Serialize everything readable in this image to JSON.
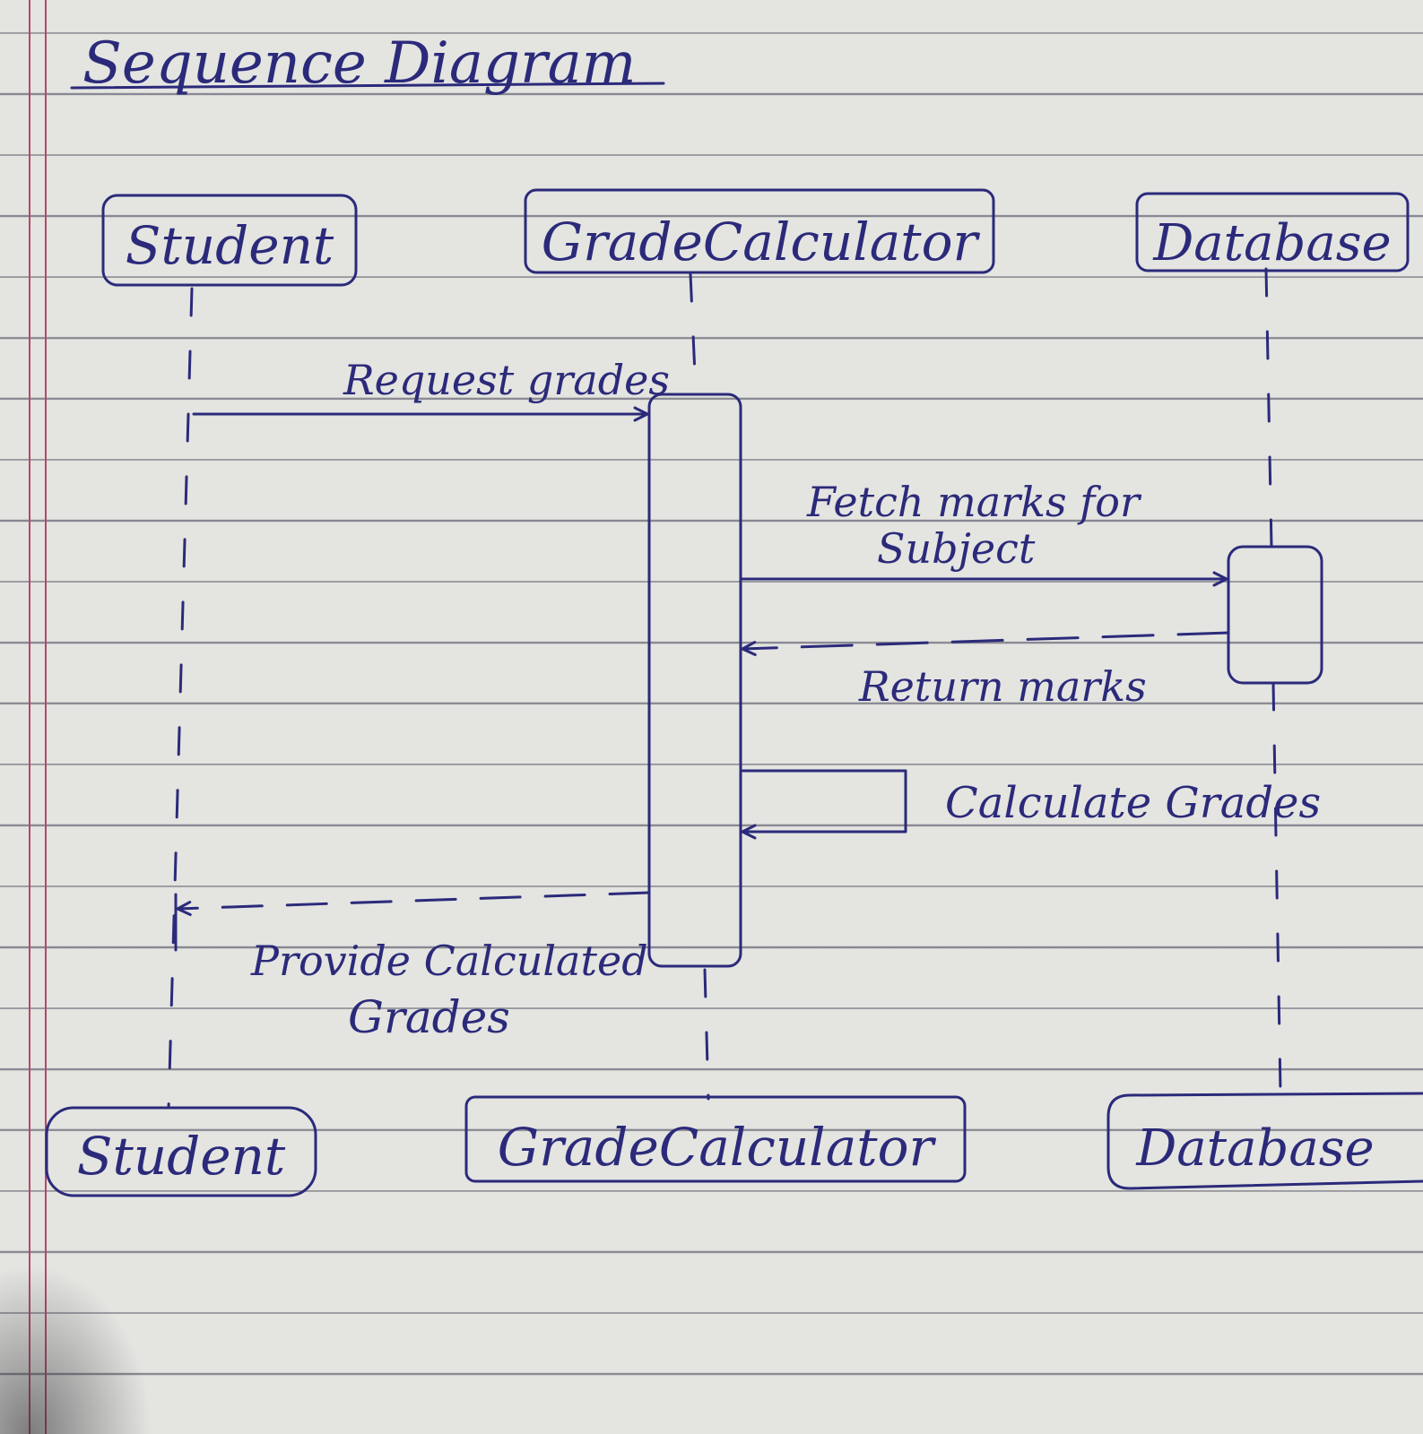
{
  "title": "Sequence Diagram",
  "participants_top": [
    "Student",
    "GradeCalculator",
    "Database"
  ],
  "participants_bottom": [
    "Student",
    "GradeCalculator",
    "Database"
  ],
  "messages": {
    "request": "Request grades",
    "fetch_line1": "Fetch marks for",
    "fetch_line2": "Subject",
    "return": "Return marks",
    "calculate": "Calculate Grades",
    "provide_line1": "Provide Calculated",
    "provide_line2": "Grades"
  },
  "colors": {
    "ink": "#2b2a7a",
    "paper": "#e4e4e1",
    "margin": "#b04a6a"
  }
}
